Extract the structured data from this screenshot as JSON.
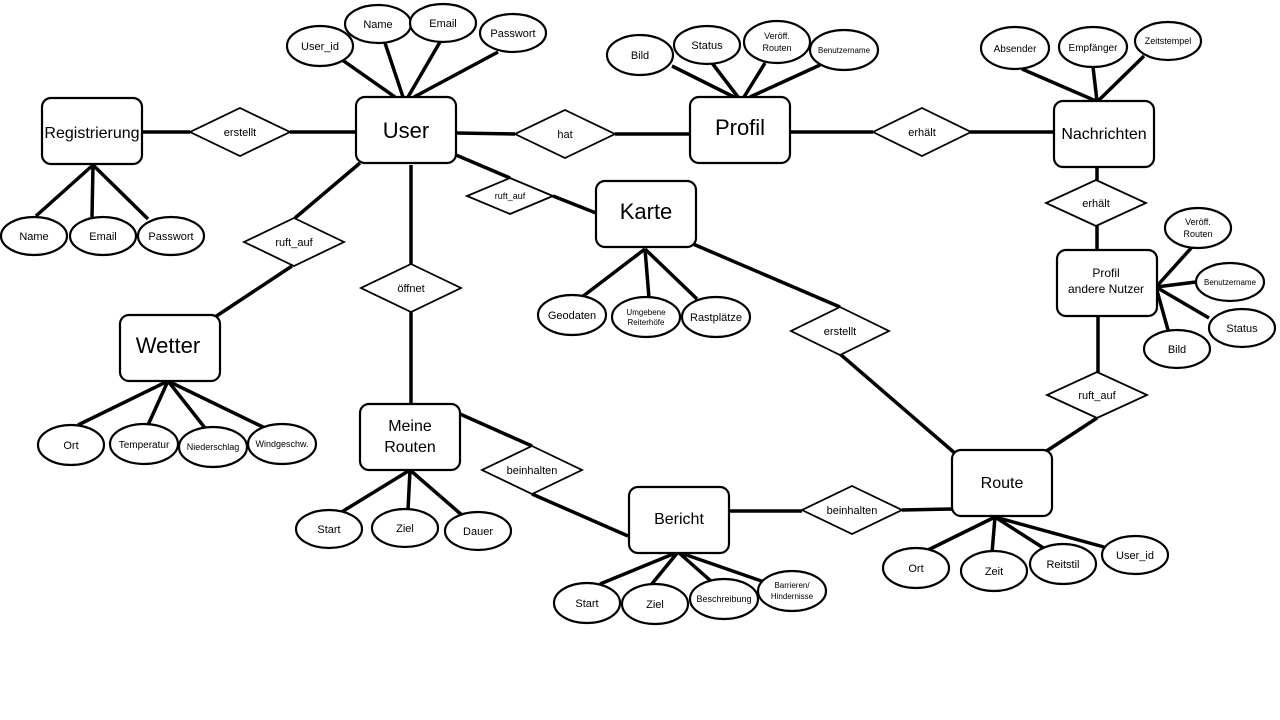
{
  "entities": {
    "registrierung": "Registrierung",
    "user": "User",
    "profil": "Profil",
    "nachrichten": "Nachrichten",
    "karte": "Karte",
    "wetter": "Wetter",
    "meine_routen": [
      "Meine",
      "Routen"
    ],
    "bericht": "Bericht",
    "route": "Route",
    "profil_andere": [
      "Profil",
      "andere Nutzer"
    ]
  },
  "relationships": {
    "erstellt_registrierung_user": "erstellt",
    "hat": "hat",
    "erhaelt_profil_nachrichten": "erhält",
    "ruft_auf_user_karte": "ruft_auf",
    "ruft_auf_user_wetter": "ruft_auf",
    "oeffnet": "öffnet",
    "erstellt_karte_route": "erstellt",
    "erhaelt_nachrichten_profil": "erhält",
    "ruft_auf_profil_route": "ruft_auf",
    "beinhalten_routen_bericht": "beinhalten",
    "beinhalten_bericht_route": "beinhalten"
  },
  "attributes": {
    "user": [
      "User_id",
      "Name",
      "Email",
      "Passwort"
    ],
    "profil": [
      "Bild",
      "Status",
      [
        "Veröff.",
        "Routen"
      ],
      "Benutzername"
    ],
    "nachrichten": [
      "Absender",
      "Empfänger",
      "Zeitstempel"
    ],
    "registrierung": [
      "Name",
      "Email",
      "Passwort"
    ],
    "karte": [
      "Geodaten",
      [
        "Umgebene",
        "Reiterhöfe"
      ],
      "Rastplätze"
    ],
    "wetter": [
      "Ort",
      "Temperatur",
      "Niederschlag",
      "Windgeschw."
    ],
    "meine_routen": [
      "Start",
      "Ziel",
      "Dauer"
    ],
    "bericht": [
      "Start",
      "Ziel",
      "Beschreibung",
      [
        "Barrieren/",
        "Hindernisse"
      ]
    ],
    "route": [
      "Ort",
      "Zeit",
      "Reitstil",
      "User_id"
    ],
    "profil_andere": [
      [
        "Veröff.",
        "Routen"
      ],
      "Benutzername",
      "Status",
      "Bild"
    ]
  }
}
